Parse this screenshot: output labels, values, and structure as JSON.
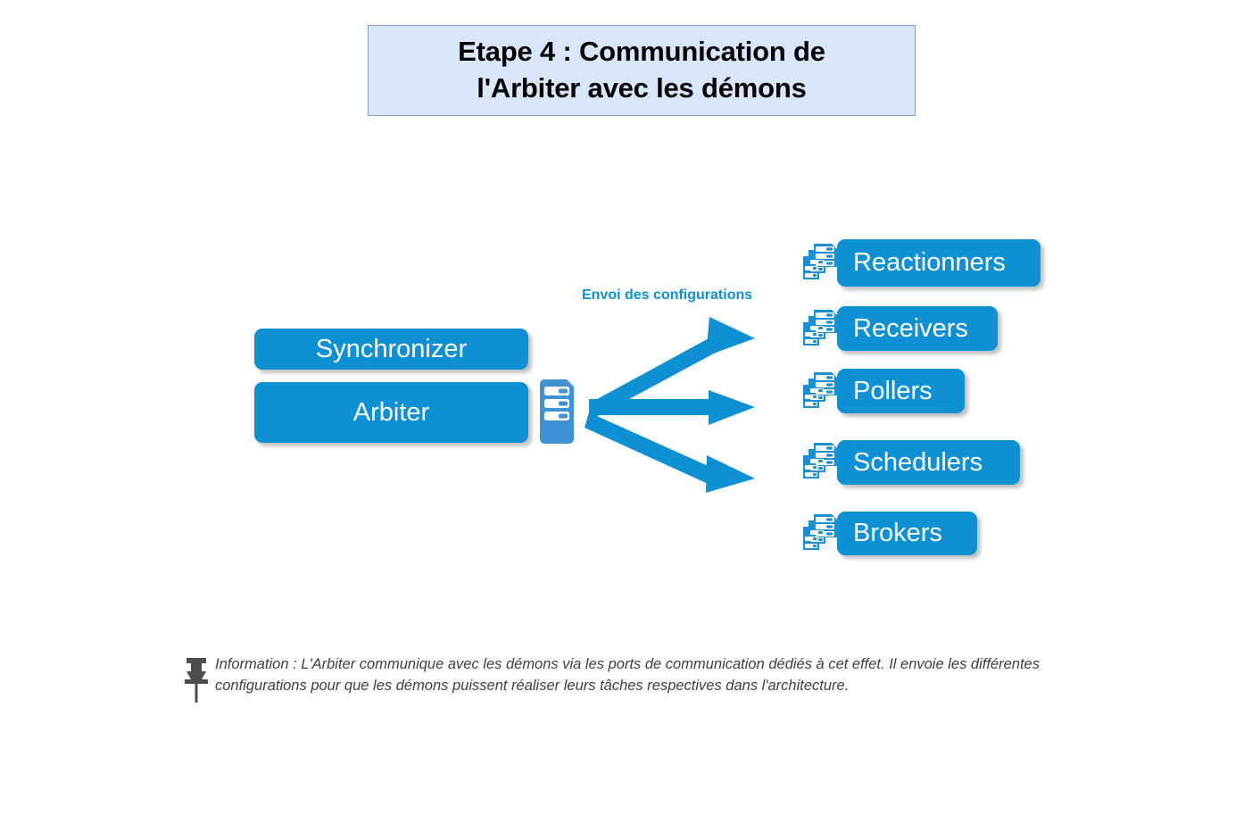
{
  "title": {
    "line1": "Etape 4 : Communication de",
    "line2": "l'Arbiter avec les démons",
    "full": "Etape 4 : Communication de l'Arbiter avec les démons",
    "background": "#d9e5f8",
    "border_color": "#7f9ec9"
  },
  "colors": {
    "accent_blue": "#0e90d2",
    "icon_blue": "#1b8fd4",
    "text_white": "#ffffff",
    "note_gray": "#3f3f3f",
    "shadow_gray": "#8c8c8c"
  },
  "source_nodes": [
    {
      "id": "synchronizer",
      "label": "Synchronizer",
      "icon": "server-icon"
    },
    {
      "id": "arbiter",
      "label": "Arbiter",
      "icon": "server-icon"
    }
  ],
  "server_icon_name": "server-rack-icon",
  "flow": {
    "caption": "Envoi des configurations",
    "caption_color": "#0e90d2",
    "arrow_count": 3,
    "direction": "left-to-right",
    "from": "Arbiter",
    "to": "démons"
  },
  "target_nodes": [
    {
      "id": "reactionners",
      "label": "Reactionners",
      "icon": "stacked-servers-icon"
    },
    {
      "id": "receivers",
      "label": "Receivers",
      "icon": "stacked-servers-icon"
    },
    {
      "id": "pollers",
      "label": "Pollers",
      "icon": "stacked-servers-icon"
    },
    {
      "id": "schedulers",
      "label": "Schedulers",
      "icon": "stacked-servers-icon"
    },
    {
      "id": "brokers",
      "label": "Brokers",
      "icon": "stacked-servers-icon"
    }
  ],
  "note": {
    "icon": "pushpin-icon",
    "text": "Information : L'Arbiter communique avec les démons via les ports de communication dédiés à cet effet. Il envoie les différentes configurations pour que les démons puissent réaliser leurs tâches respectives dans l'architecture."
  }
}
